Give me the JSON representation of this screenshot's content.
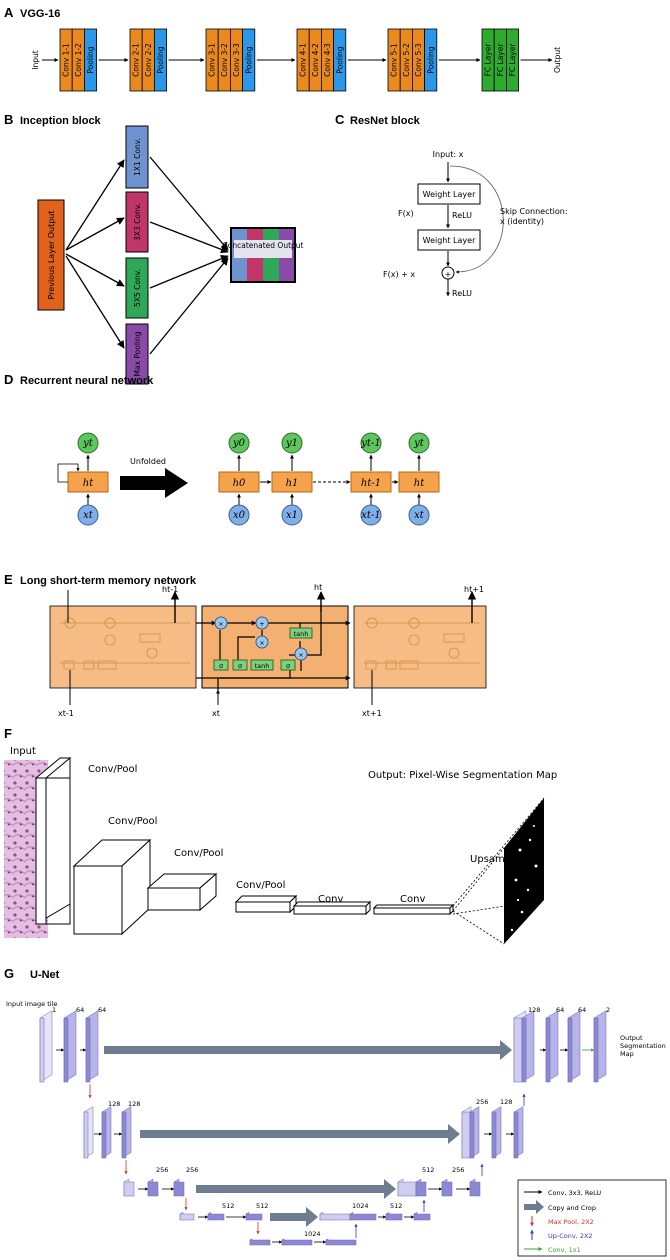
{
  "A": {
    "letter": "A",
    "title": "VGG-16",
    "input": "Input",
    "output": "Output",
    "layers": [
      "Conv 1-1",
      "Conv 1-2",
      "Pooling",
      "Conv 2-1",
      "Conv 2-2",
      "Pooling",
      "Conv 3-1",
      "Conv 3-2",
      "Conv 3-3",
      "Pooling",
      "Conv 4-1",
      "Conv 4-2",
      "Conv 4-3",
      "Pooling",
      "Conv 5-1",
      "Conv 5-2",
      "Conv 5-3",
      "Pooling",
      "FC Layer",
      "FC Layer",
      "FC Layer"
    ],
    "colors": {
      "conv": "#ea8a1e",
      "pool": "#2b97e8",
      "fc": "#2eaa2e"
    }
  },
  "B": {
    "letter": "B",
    "title": "Inception block",
    "previous": "Previous Layer Output",
    "branches": [
      "1X1 Conv.",
      "3X3 Conv.",
      "5X5 Conv.",
      "Max Pooling"
    ],
    "concat": "Concatenated Output",
    "colors": {
      "prev": "#e0621c",
      "c1": "#6e93cf",
      "c3": "#c0356a",
      "c5": "#2fa85a",
      "pool": "#8a4aa8"
    }
  },
  "C": {
    "letter": "C",
    "title": "ResNet block",
    "input": "Input: x",
    "layer1": "Weight Layer",
    "layer2": "Weight Layer",
    "relu1": "ReLU",
    "relu2": "ReLU",
    "fx": "F(x)",
    "fxx": "F(x) + x",
    "skip1": "Skip Connection:",
    "skip2": "x (identity)",
    "plus": "+"
  },
  "D": {
    "letter": "D",
    "title": "Recurrent neural network",
    "unfolded": "Unfolded",
    "folded": {
      "y": "yt",
      "h": "ht",
      "x": "xt"
    },
    "steps": [
      {
        "y": "y0",
        "h": "h0",
        "x": "x0"
      },
      {
        "y": "y1",
        "h": "h1",
        "x": "x1"
      },
      {
        "y": "yt-1",
        "h": "ht-1",
        "x": "xt-1"
      },
      {
        "y": "yt",
        "h": "ht",
        "x": "xt"
      }
    ],
    "colors": {
      "out": "#5dc65d",
      "hidden": "#f5a24a",
      "in": "#7faee8"
    }
  },
  "E": {
    "letter": "E",
    "title": "Long short-term memory  network",
    "outputs": [
      "ht-1",
      "ht",
      "ht+1"
    ],
    "inputs": [
      "xt-1",
      "xt",
      "xt+1"
    ],
    "gates": [
      "σ",
      "σ",
      "tanh",
      "σ"
    ],
    "tanh": "tanh",
    "ops": [
      "×",
      "+",
      "×",
      "×"
    ],
    "colors": {
      "cell": "#f4b070",
      "gate": "#7ed07e",
      "op": "#9ac6ea"
    }
  },
  "F": {
    "letter": "F",
    "input": "Input",
    "output": "Output: Pixel-Wise Segmentation Map",
    "upsample": "Upsample",
    "convpool": "Conv/Pool",
    "conv": "Conv"
  },
  "G": {
    "letter": "G",
    "title": "U-Net",
    "tile": "Input image tile",
    "output": [
      "Output",
      "Segmentation",
      "Map"
    ],
    "channels": [
      "1",
      "64",
      "64",
      "128",
      "128",
      "256",
      "256",
      "512",
      "512",
      "1024",
      "1024",
      "128",
      "64",
      "64",
      "2",
      "256",
      "128",
      "512",
      "256",
      "1024",
      "512"
    ],
    "legend": [
      "Conv, 3x3, ReLU",
      "Copy and Crop",
      "Max Pool, 2X2",
      "Up-Conv, 2X2",
      "Conv, 1x1"
    ],
    "colors": {
      "block": "#8c88d4",
      "light": "#cfcdf0",
      "copy": "#6e7d8f",
      "pool": "#d93030",
      "up": "#3a3ac8",
      "c1": "#30a830"
    }
  }
}
